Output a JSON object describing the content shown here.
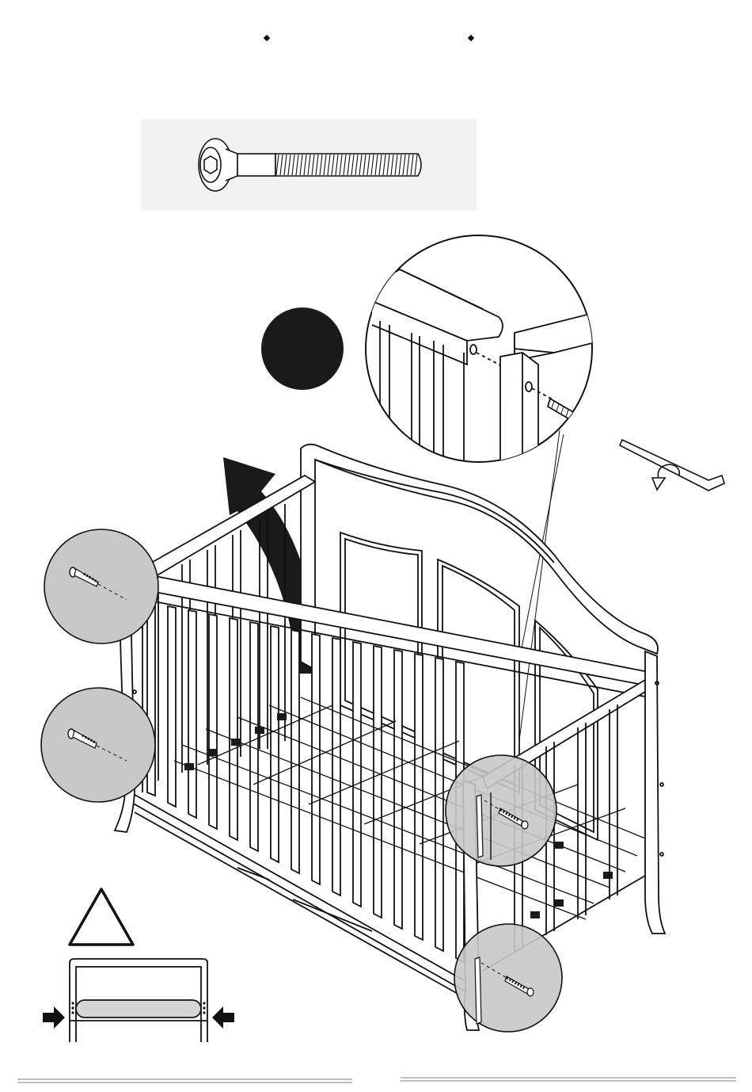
{
  "page": {
    "background": "#ffffff"
  },
  "colors": {
    "line": "#111111",
    "hardware_panel": "#f1f1f1",
    "detail_circle": "#c8c8c8",
    "step_badge": "#1a1a1a",
    "footer_rule": "#9a9a9a"
  },
  "icons": {
    "bolt": "allen-bolt-icon",
    "step_badge": "step-number-badge-icon",
    "rotate_arrow": "curved-rotate-arrow-icon",
    "allen_key": "allen-key-icon",
    "warning": "warning-triangle-icon",
    "push_left": "arrow-right-icon",
    "push_right": "arrow-left-icon"
  },
  "sections": {
    "hardware": "hardware-bolt-panel",
    "zoom_detail": "headboard-bolt-zoom-detail",
    "crib": "crib-assembly-illustration",
    "warning": "mattress-support-warning"
  }
}
